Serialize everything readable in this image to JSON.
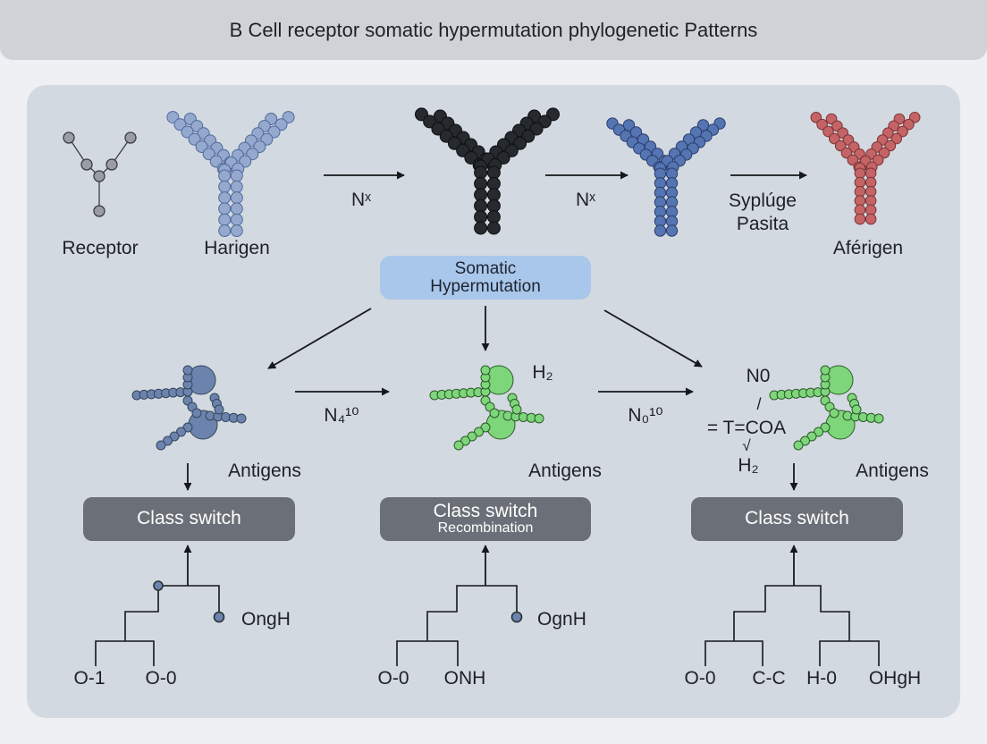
{
  "title": "B Cell receptor somatic hypermutation phylogenetic Patterns",
  "top_row": {
    "labels": [
      "Receptor",
      "Harigen",
      "Aférigen"
    ],
    "arrow_labels": [
      "Nˣ",
      "Nˣ"
    ],
    "arrow3_label_lines": [
      "Syplúge",
      "Pasita"
    ]
  },
  "somatic": {
    "line1": "Somatic",
    "line2": "Hypermutation"
  },
  "middle_row": {
    "arrow_labels": [
      "N₄¹⁰",
      "N₀¹⁰"
    ],
    "formula_top": "N0",
    "formula_h2_a": "H₂",
    "formula_slash": "/",
    "formula_main": "= T=COA",
    "formula_check": "√",
    "formula_h2_b": "H₂",
    "antigen_labels": [
      "Antigens",
      "Antigens",
      "Antigens"
    ]
  },
  "class_switch": [
    {
      "main": "Class switch",
      "sub": ""
    },
    {
      "main": "Class switch",
      "sub": "Recombination"
    },
    {
      "main": "Class switch",
      "sub": ""
    }
  ],
  "trees": [
    {
      "leaves": [
        "O-1",
        "O-0"
      ],
      "side_label": "OngH"
    },
    {
      "leaves": [
        "O-0",
        "ONH"
      ],
      "side_label": "OgnH"
    },
    {
      "leaves": [
        "O-0",
        "C-C",
        "H-0",
        "OHgH"
      ]
    }
  ],
  "colors": {
    "receptor_gray": "#9a9ea4",
    "harigen_lightblue": "#95a9cf",
    "central_black": "#26292d",
    "blue": "#5574b2",
    "red": "#c46466",
    "antigen_slate": "#6c84ad",
    "antigen_green": "#7ed67a",
    "somatic_pill": "#a9c7ea",
    "class_switch": "#6b7078"
  }
}
